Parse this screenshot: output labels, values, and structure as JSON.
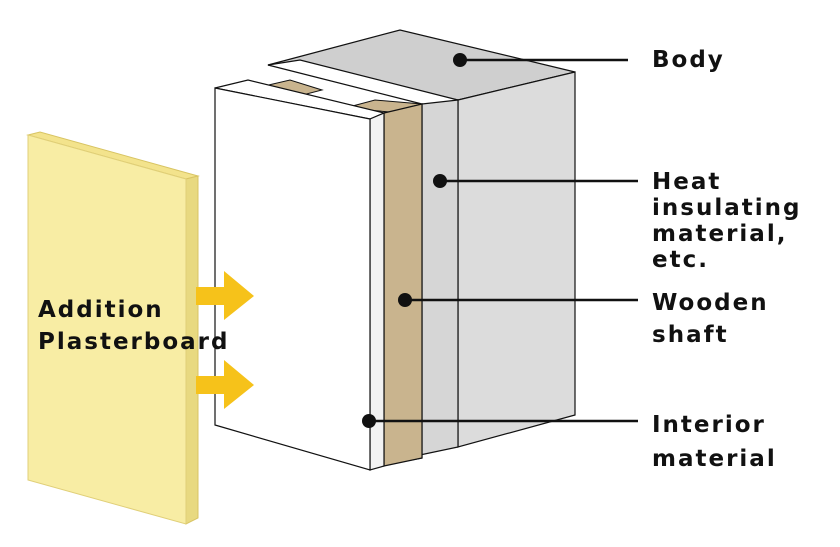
{
  "labels": {
    "body": "Body",
    "heat": [
      "Heat",
      "insulating",
      "material,",
      "etc."
    ],
    "wooden": [
      "Wooden",
      "shaft"
    ],
    "interior": [
      "Interior",
      "material"
    ],
    "addition": [
      "Addition",
      "Plasterboard"
    ]
  },
  "colors": {
    "background": "#ffffff",
    "outline": "#111111",
    "body_gray": "#dcdcdc",
    "body_top": "#cfcfcf",
    "board_white": "#ffffff",
    "wood": "#c9b48e",
    "plasterboard": "#f8eda4",
    "plasterboard_side": "#e8d980",
    "arrow": "#f6c21a"
  }
}
